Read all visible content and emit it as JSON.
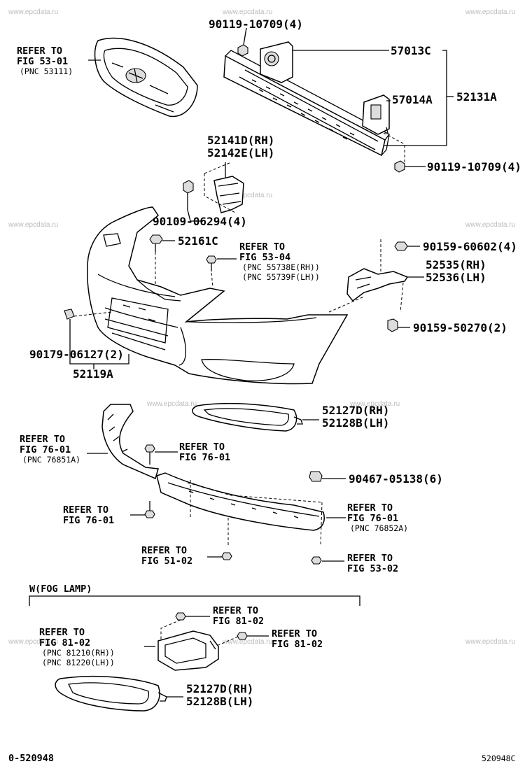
{
  "watermark": "www.epcdata.ru",
  "labels": {
    "p90119a": "90119-10709(4)",
    "p57013c": "57013C",
    "p57014a": "57014A",
    "p52131a": "52131A",
    "p90119b": "90119-10709(4)",
    "refGrille1": "REFER TO",
    "refGrille2": "FIG 53-01",
    "refGrille3": "(PNC 53111)",
    "p52141d": "52141D(RH)",
    "p52142e": "52142E(LH)",
    "p90109": "90109-06294(4)",
    "p52161c": "52161C",
    "ref5304a": "REFER TO",
    "ref5304b": "FIG 53-04",
    "ref5304c": "(PNC 55738E(RH))",
    "ref5304d": "(PNC 55739F(LH))",
    "p90159a": "90159-60602(4)",
    "p52535": "52535(RH)",
    "p52536": "52536(LH)",
    "p90159b": "90159-50270(2)",
    "p90179": "90179-06127(2)",
    "p52119a": "52119A",
    "p52127d1": "52127D(RH)",
    "p52128b1": "52128B(LH)",
    "ref7601a1": "REFER TO",
    "ref7601a2": "FIG 76-01",
    "ref7601a3": "(PNC 76851A)",
    "ref7601b1": "REFER TO",
    "ref7601b2": "FIG 76-01",
    "p90467": "90467-05138(6)",
    "ref7601c1": "REFER TO",
    "ref7601c2": "FIG 76-01",
    "ref7601d1": "REFER TO",
    "ref7601d2": "FIG 76-01",
    "ref7601d3": "(PNC 76852A)",
    "ref5102a": "REFER TO",
    "ref5102b": "FIG 51-02",
    "ref5302a": "REFER TO",
    "ref5302b": "FIG 53-02",
    "fogTitle": "W(FOG LAMP)",
    "ref8102a1": "REFER TO",
    "ref8102a2": "FIG 81-02",
    "ref8102b1": "REFER TO",
    "ref8102b2": "FIG 81-02",
    "ref8102b3": "(PNC 81210(RH))",
    "ref8102b4": "(PNC 81220(LH))",
    "ref8102c1": "REFER TO",
    "ref8102c2": "FIG 81-02",
    "p52127d2": "52127D(RH)",
    "p52128b2": "52128B(LH)",
    "footerLeft": "0-520948",
    "footerRight": "520948C"
  }
}
